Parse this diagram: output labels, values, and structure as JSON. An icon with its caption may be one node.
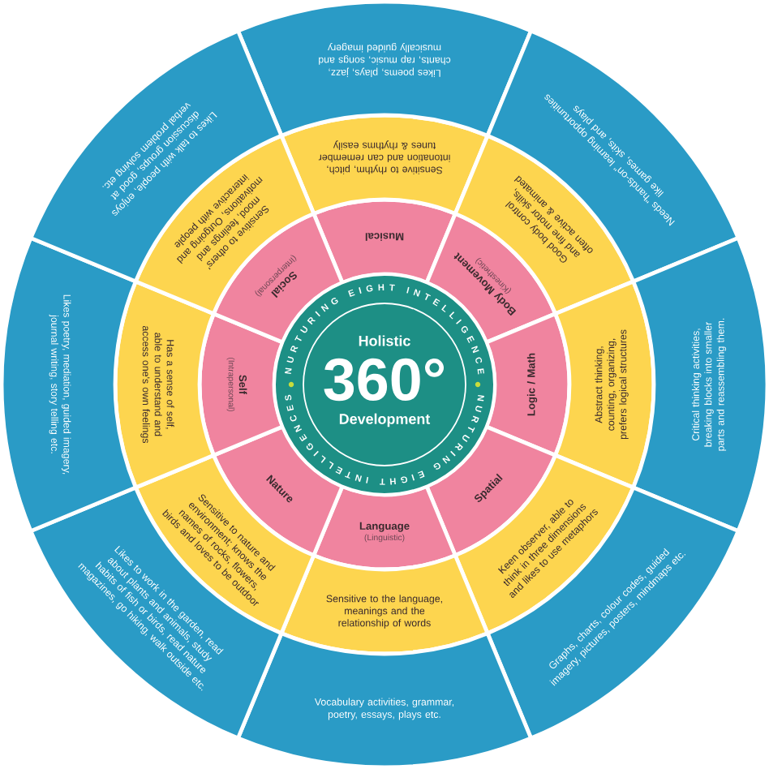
{
  "diagram": {
    "nodes": [
      {
        "text": [
          "NURTURING EIGHT INTELLIGENCE",
          "Holistic",
          "360°",
          "Development",
          "NURTURING EIGHT INTELLIGENCES"
        ]
      },
      {
        "text": [
          "Musical"
        ]
      },
      {
        "text": [
          "Body Movement",
          "(Kinesthetic)"
        ]
      },
      {
        "text": [
          "Logic / Math"
        ]
      },
      {
        "text": [
          "Spatial"
        ]
      },
      {
        "text": [
          "Language",
          "(Linguistic)"
        ]
      },
      {
        "text": [
          "Nature"
        ]
      },
      {
        "text": [
          "Self",
          "(Intrapersonal)"
        ]
      },
      {
        "text": [
          "Social",
          "(Interpersonal)"
        ]
      },
      {
        "text": [
          "Sensitive to rhythm, pitch, intonation and can remember tunes & rhythms easily"
        ]
      },
      {
        "text": [
          "Good body control and fine motor skills, often active & animated"
        ]
      },
      {
        "text": [
          "Abstract thinking, counting, organizing, prefers logical structures"
        ]
      },
      {
        "text": [
          "Keen observer, able to think in three dimensions and likes to use metaphors"
        ]
      },
      {
        "text": [
          "Sensitive to the language, meanings and the relationship of words"
        ]
      },
      {
        "text": [
          "Sensitive to nature and environment; knows the names of rocks, flowers, birds and loves to be outdoor"
        ]
      },
      {
        "text": [
          "Has a sense of self, able to understand and access one's own feelings"
        ]
      },
      {
        "text": [
          "Sensitive to others' mood, feelings and motivations, Outgoing and interactive with people"
        ]
      },
      {
        "text": [
          "Likes poems, plays, jazz, chants, rap music, songs and musically guided imagery"
        ]
      },
      {
        "text": [
          "Needs \"hands-on\" learning opportunities like games, skits, and plays"
        ]
      },
      {
        "text": [
          "Critical thinking activities, breaking blocks into smaller parts and reassembling them."
        ]
      },
      {
        "text": [
          "Graphs, charts, colour codes, guided imagery, pictures, posters, mindmaps etc."
        ]
      },
      {
        "text": [
          "Vocabulary activities, grammar, poetry, essays, plays etc."
        ]
      },
      {
        "text": [
          "Likes to work in the garden, read about plants and animals, study habits of fish or birds, read nature magazines, go hiking, walk outside etc."
        ]
      },
      {
        "text": [
          "Likes poetry, mediation, guided imagery, journal writing, story telling etc."
        ]
      },
      {
        "text": [
          "Likes to talk with people, enjoys discussion groups, good at verbal problem solving etc."
        ]
      }
    ]
  }
}
